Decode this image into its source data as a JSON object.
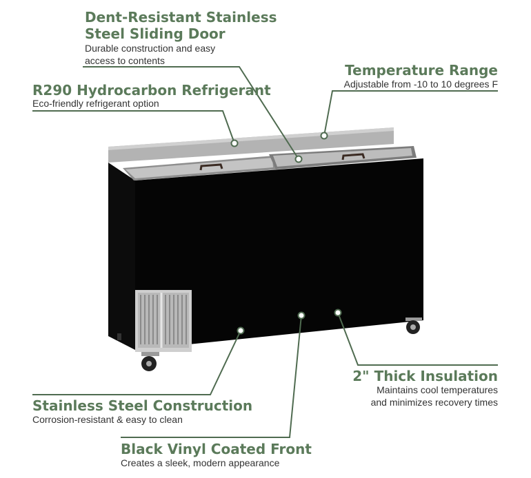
{
  "callouts": {
    "door": {
      "title_line1": "Dent-Resistant Stainless",
      "title_line2": "Steel Sliding Door",
      "desc_line1": "Durable construction and easy",
      "desc_line2": "access to contents"
    },
    "temperature": {
      "title": "Temperature Range",
      "desc": "Adjustable from -10 to 10 degrees F"
    },
    "refrigerant": {
      "title": "R290 Hydrocarbon Refrigerant",
      "desc": "Eco-friendly refrigerant option"
    },
    "construction": {
      "title": "Stainless Steel Construction",
      "desc": "Corrosion-resistant & easy to clean"
    },
    "insulation": {
      "title": "2\" Thick Insulation",
      "desc_line1": "Maintains cool temperatures",
      "desc_line2": "and minimizes recovery times"
    },
    "front": {
      "title": "Black Vinyl Coated Front",
      "desc": "Creates a sleek, modern appearance"
    }
  },
  "colors": {
    "title_green": "#5b7a5a",
    "line_green": "#4f6b50",
    "cabinet_black": "#050505",
    "steel": "#b3b3b3"
  }
}
